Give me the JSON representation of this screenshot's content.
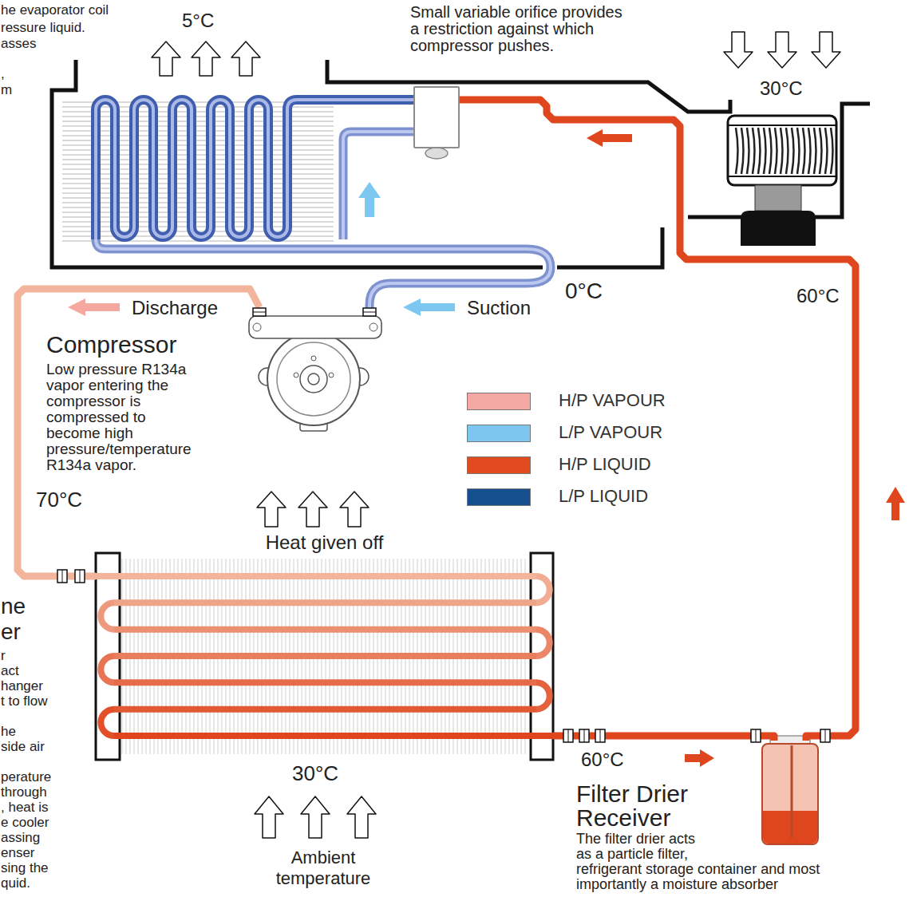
{
  "diagram": {
    "nodes": [
      {
        "text": [
          "Small variable orifice provides a restriction against which compressor pushes."
        ]
      },
      {
        "text": [
          "Compressor",
          "Low pressure R134a vapor entering the compressor is compressed to become high pressure/temperature R134a vapor."
        ]
      },
      {
        "text": [
          "Heat given off"
        ]
      },
      {
        "text": [
          "Filter Drier Receiver",
          "The filter drier acts as a particle filter, refrigerant storage container and most importantly a moisture absorber"
        ]
      }
    ],
    "edges": [
      {
        "from": 1,
        "to": 2,
        "arrow": "none",
        "label": "70°C"
      },
      {
        "from": 2,
        "to": 3,
        "arrow": "none",
        "label": "60°C"
      },
      {
        "from": 3,
        "to": 0,
        "arrow": "none",
        "label": "60°C"
      }
    ],
    "labels": [
      "he evaporator coil",
      "ressure liquid.",
      "asses",
      ",",
      "m",
      "5°C",
      "30°C",
      "Discharge",
      "Suction",
      "0°C",
      "30°C",
      "Ambient temperature",
      "ne",
      "er",
      "r",
      "act",
      "hanger",
      "t to flow",
      "he",
      "side air",
      "perature",
      "through",
      ", heat is",
      "e cooler",
      "assing",
      "enser",
      "sing the",
      "quid."
    ],
    "legend": [
      {
        "text": "H/P VAPOUR",
        "color": "#f5a9a4"
      },
      {
        "text": "L/P VAPOUR",
        "color": "#7dc6ef"
      },
      {
        "text": "H/P LIQUID",
        "color": "#e24a20"
      },
      {
        "text": "L/P LIQUID",
        "color": "#164f8d"
      }
    ]
  }
}
